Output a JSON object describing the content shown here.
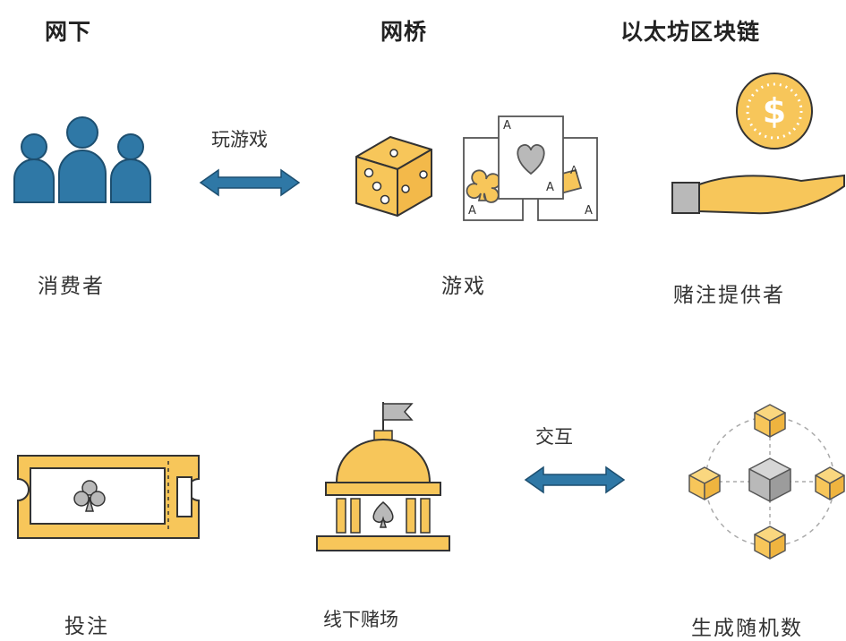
{
  "headers": {
    "offline": "网下",
    "bridge": "网桥",
    "ethereum": "以太坊区块链"
  },
  "labels": {
    "consumer": "消费者",
    "play_game": "玩游戏",
    "game": "游戏",
    "bet_provider": "赌注提供者",
    "bet": "投注",
    "offline_casino": "线下赌场",
    "interaction": "交互",
    "random_number": "生成随机数"
  },
  "card_letters": [
    "A",
    "A",
    "A",
    "A",
    "A"
  ],
  "colors": {
    "blue": "#2f78a6",
    "yellow": "#f7c65a",
    "gray": "#b9b9b9",
    "outline": "#333333"
  },
  "icons": [
    "people-icon",
    "double-arrow-icon",
    "dice-icon",
    "cards-icon",
    "coin-hand-icon",
    "ticket-icon",
    "casino-icon",
    "blockchain-icon"
  ]
}
